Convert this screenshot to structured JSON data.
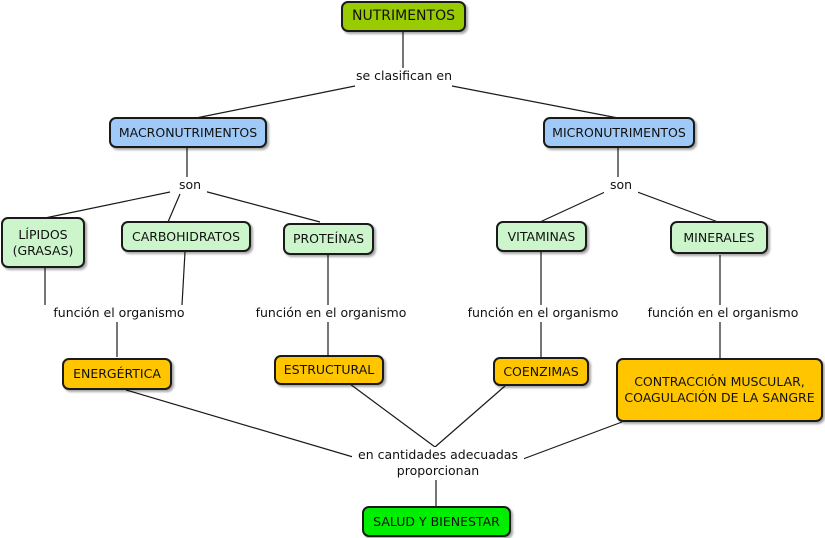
{
  "nodes": {
    "nutrimentos": "NUTRIMENTOS",
    "macronutrimentos": "MACRONUTRIMENTOS",
    "micronutrimentos": "MICRONUTRIMENTOS",
    "lipidos": "LÍPIDOS\n(GRASAS)",
    "carbohidratos": "CARBOHIDRATOS",
    "proteinas": "PROTEÍNAS",
    "vitaminas": "VITAMINAS",
    "minerales": "MINERALES",
    "energetica": "ENERGÉRTICA",
    "estructural": "ESTRUCTURAL",
    "coenzimas": "COENZIMAS",
    "contraccion": "CONTRACCIÓN MUSCULAR,\nCOAGULACIÓN DE LA SANGRE",
    "salud": "SALUD Y BIENESTAR"
  },
  "links": {
    "se_clasifican": "se clasifican en",
    "son_macro": "son",
    "son_micro": "son",
    "funcion_1": "función el organismo",
    "funcion_2": "función en el organismo",
    "funcion_3": "función en el organismo",
    "funcion_4": "función en el organismo",
    "proporcionan": "en cantidades adecuadas\nproporcionan"
  },
  "colors": {
    "root": "#99cc00",
    "macro_micro": "#9fcaf7",
    "leaves": "#ccf5cc",
    "functions": "#ffc600",
    "goal": "#00ee00"
  }
}
